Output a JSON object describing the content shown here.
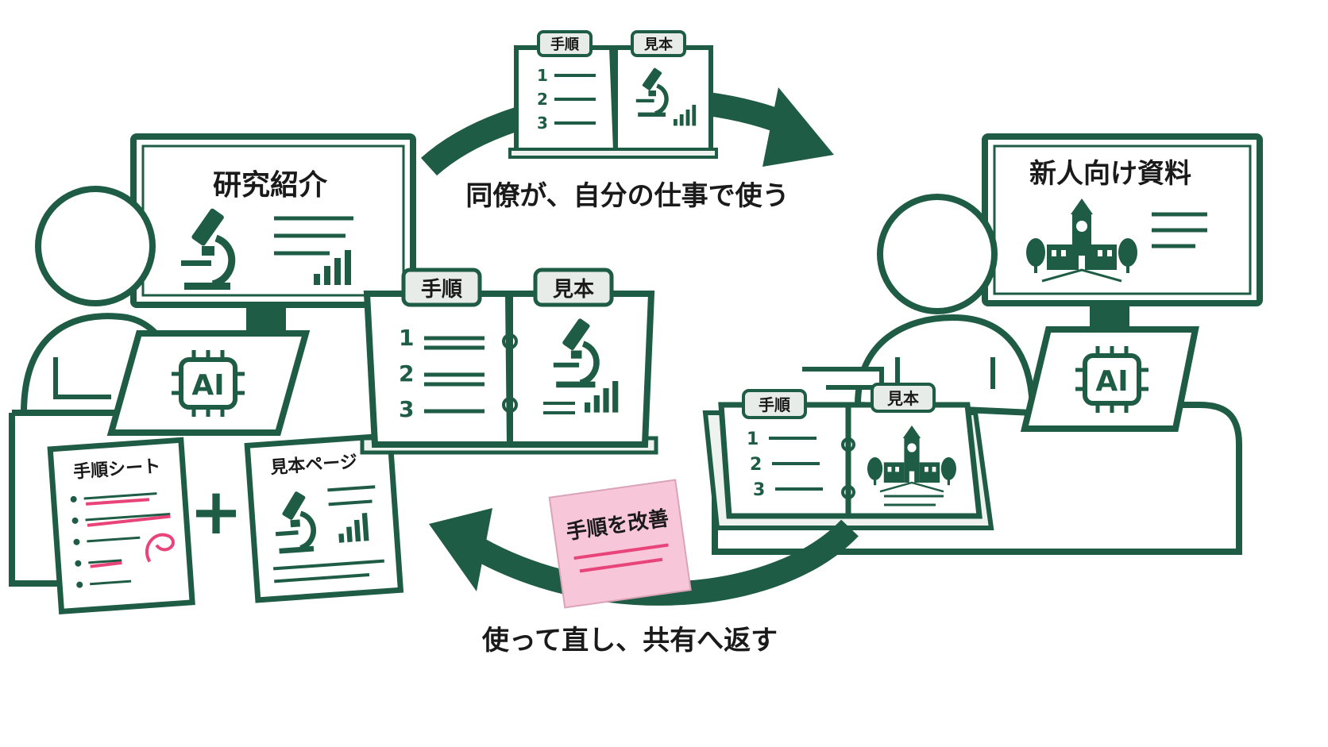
{
  "colors": {
    "green": "#1f5c45",
    "light_green": "#eef3f0",
    "pink": "#e8447a",
    "note": "#f7c6d8",
    "ink": "#1a1a1a"
  },
  "left_monitor": {
    "title": "研究紹介",
    "icon": "microscope-icon"
  },
  "right_monitor": {
    "title": "新人向け資料",
    "icon": "university-building-icon"
  },
  "laptop_left": {
    "chip_label": "AI"
  },
  "laptop_right": {
    "chip_label": "AI"
  },
  "binder_center": {
    "tab_left": "手順",
    "tab_right": "見本",
    "steps": [
      "1",
      "2",
      "3"
    ]
  },
  "binder_top": {
    "tab_left": "手順",
    "tab_right": "見本",
    "steps": [
      "1",
      "2",
      "3"
    ]
  },
  "binder_right": {
    "tab_left": "手順",
    "tab_right": "見本",
    "steps": [
      "1",
      "2",
      "3"
    ]
  },
  "sheet_procedure": {
    "title": "手順シート"
  },
  "sheet_sample": {
    "title": "見本ページ"
  },
  "plus_sign": "+",
  "sticky_note": {
    "text": "手順を改善"
  },
  "arrow_top_caption": "同僚が、自分の仕事で使う",
  "arrow_bottom_caption": "使って直し、共有へ返す"
}
